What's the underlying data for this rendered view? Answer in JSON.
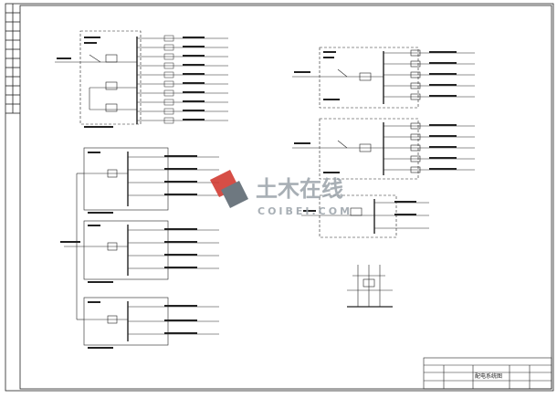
{
  "colors": {
    "line": "#222222",
    "accent_red": "#d23b32",
    "accent_grey": "#5f6a73"
  },
  "icons": {
    "watermark": "coibei-watermark-icon"
  },
  "watermark": {
    "brand_cn": "土木在线",
    "brand_en": "COIBEI.COM"
  },
  "title_block": {
    "drawing_title": "配电系统图"
  }
}
